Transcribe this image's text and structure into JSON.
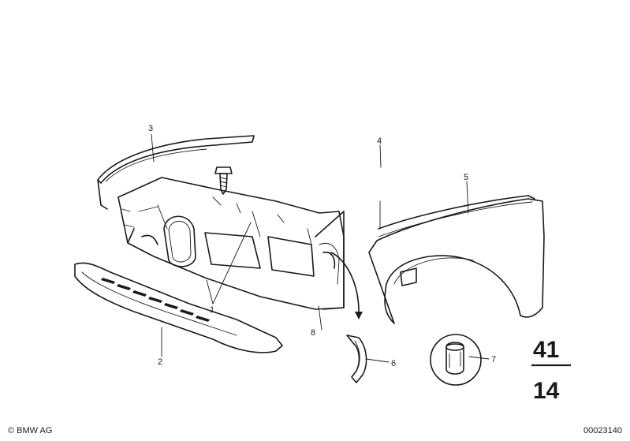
{
  "callouts": {
    "c1": "1",
    "c2": "2",
    "c3": "3",
    "c4": "4",
    "c5": "5",
    "c6": "6",
    "c7": "7",
    "c8": "8"
  },
  "group": {
    "main": "41",
    "sub": "14"
  },
  "footer": {
    "copyright": "© BMW AG",
    "doc_id": "00023140"
  }
}
